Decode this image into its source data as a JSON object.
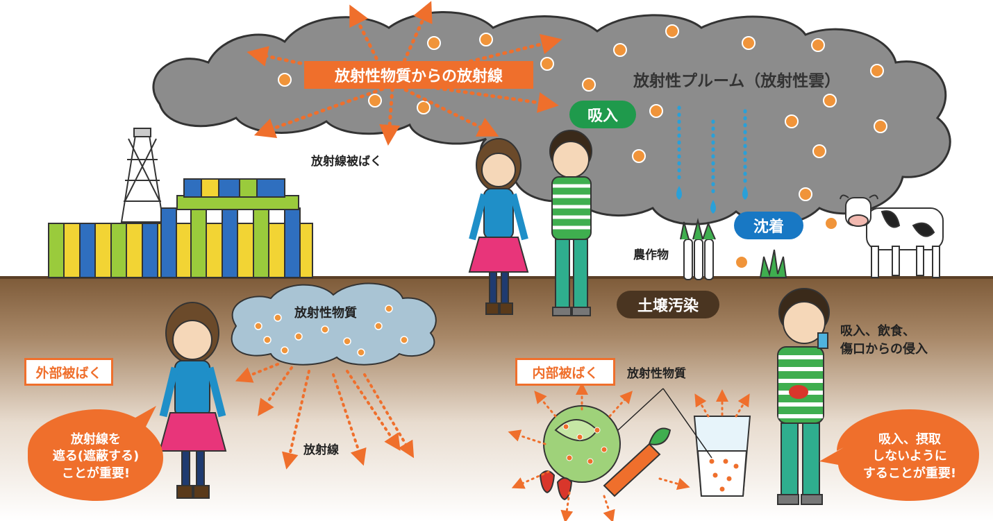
{
  "title": "放射性物質からの放射線",
  "plume_label": "放射性プルーム（放射性雲）",
  "inhalation_badge": "吸入",
  "deposition_badge": "沈着",
  "soil_badge": "土壌汚染",
  "radiation_exposure_label": "放射線被ばく",
  "crops_label": "農作物",
  "ground_substance_label": "放射性物質",
  "radiation_label": "放射線",
  "external_exposure_tag": "外部被ばく",
  "internal_exposure_tag": "内部被ばく",
  "food_substance_label": "放射性物質",
  "intake_routes": [
    "吸入、飲食、",
    "傷口からの侵入"
  ],
  "external_advice": [
    "放射線を",
    "遮る(遮蔽する)",
    "ことが重要!"
  ],
  "internal_advice": [
    "吸入、摂取",
    "しないように",
    "することが重要!"
  ],
  "colors": {
    "accent_orange": "#ef6f2c",
    "cloud_gray": "#8c8c8c",
    "inhalation_green": "#1f9a4c",
    "deposition_blue": "#1878c4",
    "soil_brown": "#4a3521",
    "rain_blue": "#2aa0d8",
    "ground_brown": "#8a6a48"
  }
}
